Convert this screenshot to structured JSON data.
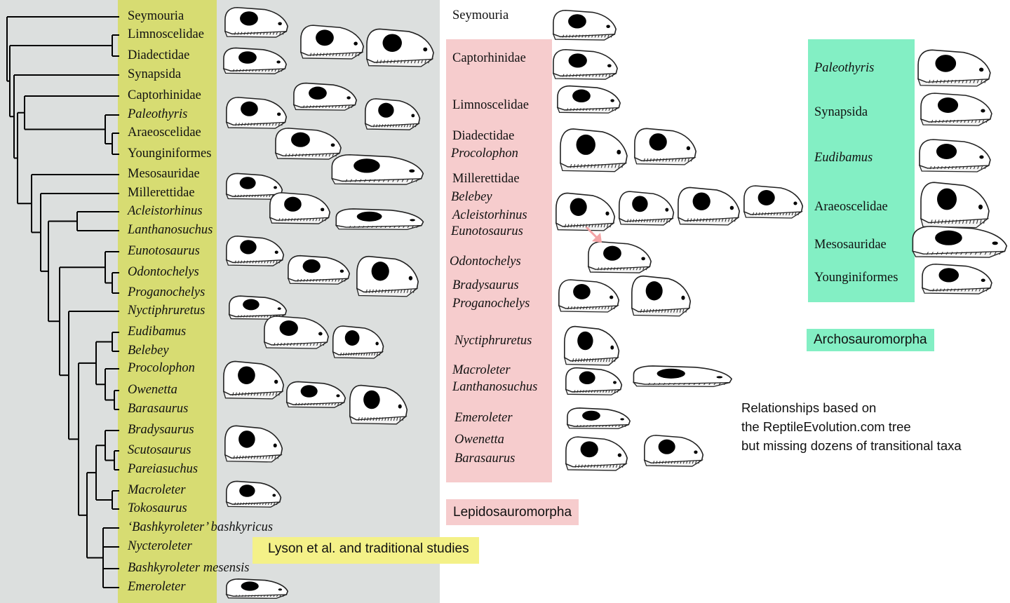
{
  "left_panel": {
    "taxa": [
      {
        "name": "Seymouria",
        "italic": false
      },
      {
        "name": "Limnoscelidae",
        "italic": false
      },
      {
        "name": "Diadectidae",
        "italic": false
      },
      {
        "name": "Synapsida",
        "italic": false
      },
      {
        "name": "Captorhinidae",
        "italic": false
      },
      {
        "name": "Paleothyris",
        "italic": true
      },
      {
        "name": "Araeoscelidae",
        "italic": false
      },
      {
        "name": "Younginiformes",
        "italic": false
      },
      {
        "name": "Mesosauridae",
        "italic": false
      },
      {
        "name": "Millerettidae",
        "italic": false
      },
      {
        "name": "Acleistorhinus",
        "italic": true
      },
      {
        "name": "Lanthanosuchus",
        "italic": true
      },
      {
        "name": "Eunotosaurus",
        "italic": true
      },
      {
        "name": "Odontochelys",
        "italic": true
      },
      {
        "name": "Proganochelys",
        "italic": true
      },
      {
        "name": "Nyctiphruretus",
        "italic": true
      },
      {
        "name": "Eudibamus",
        "italic": true
      },
      {
        "name": "Belebey",
        "italic": true
      },
      {
        "name": "Procolophon",
        "italic": true
      },
      {
        "name": "Owenetta",
        "italic": true
      },
      {
        "name": "Barasaurus",
        "italic": true
      },
      {
        "name": "Bradysaurus",
        "italic": true
      },
      {
        "name": "Scutosaurus",
        "italic": true
      },
      {
        "name": "Pareiasuchus",
        "italic": true
      },
      {
        "name": "Macroleter",
        "italic": true
      },
      {
        "name": "Tokosaurus",
        "italic": true
      },
      {
        "name": "‘Bashkyroleter’ bashkyricus",
        "italic": true
      },
      {
        "name": "Nycteroleter",
        "italic": true
      },
      {
        "name": "Bashkyroleter mesensis",
        "italic": true
      },
      {
        "name": "Emeroleter",
        "italic": true
      }
    ],
    "caption": "Lyson et al. and traditional studies"
  },
  "lepidosauromorpha": {
    "above": "Seymouria",
    "entries": [
      {
        "name": "Captorhinidae",
        "italic": false
      },
      {
        "name": "Limnoscelidae",
        "italic": false
      },
      {
        "name": "Diadectidae",
        "italic": false
      },
      {
        "name": "Procolophon",
        "italic": true
      },
      {
        "name": "Millerettidae",
        "italic": false
      },
      {
        "name": "Belebey",
        "italic": true
      },
      {
        "name": "Acleistorhinus",
        "italic": true
      },
      {
        "name": "Eunotosaurus",
        "italic": true
      },
      {
        "name": "Odontochelys",
        "italic": true
      },
      {
        "name": "Bradysaurus",
        "italic": true
      },
      {
        "name": "Proganochelys",
        "italic": true
      },
      {
        "name": "Nyctiphruretus",
        "italic": true
      },
      {
        "name": "Macroleter",
        "italic": true
      },
      {
        "name": "Lanthanosuchus",
        "italic": true
      },
      {
        "name": "Emeroleter",
        "italic": true
      },
      {
        "name": "Owenetta",
        "italic": true
      },
      {
        "name": "Barasaurus",
        "italic": true
      }
    ],
    "caption": "Lepidosauromorpha"
  },
  "archosauromorpha": {
    "entries": [
      {
        "name": "Paleothyris",
        "italic": true
      },
      {
        "name": "Synapsida",
        "italic": false
      },
      {
        "name": "Eudibamus",
        "italic": true
      },
      {
        "name": "Araeoscelidae",
        "italic": false
      },
      {
        "name": "Mesosauridae",
        "italic": false
      },
      {
        "name": "Younginiformes",
        "italic": false
      }
    ],
    "caption": "Archosauromorpha"
  },
  "note": {
    "lines": [
      "Relationships based on",
      "the ReptileEvolution.com tree",
      "but missing dozens of transitional taxa"
    ]
  },
  "colors": {
    "left_background": "#dcdfde",
    "left_highlight": "#d7dc72",
    "left_caption": "#f4f188",
    "lepidosauromorpha": "#f6cccd",
    "archosauromorpha": "#83efc4",
    "arrow": "#f4a4a6"
  }
}
